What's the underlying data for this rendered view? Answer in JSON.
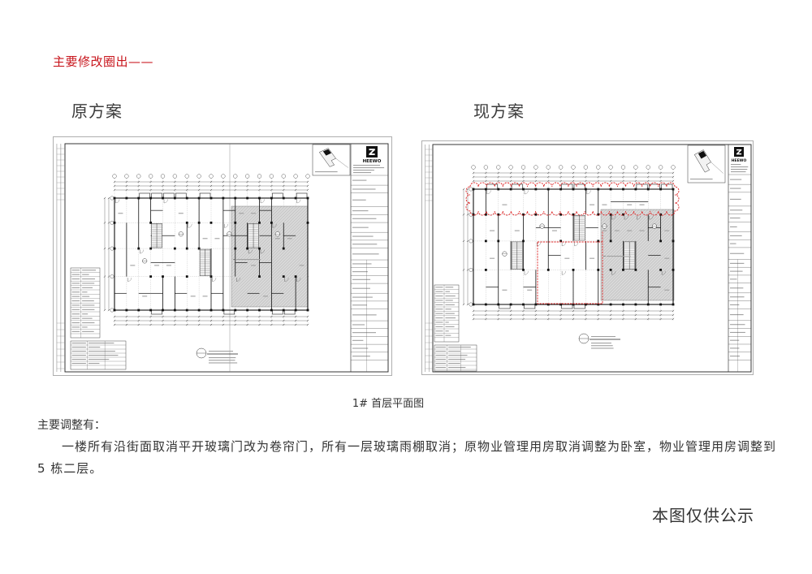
{
  "header": {
    "note": "主要修改圈出——"
  },
  "labels": {
    "original": "原方案",
    "current": "现方案"
  },
  "drawings": {
    "logo_text": "HEEWO",
    "caption": "1# 首层平面图"
  },
  "body": {
    "heading": "主要调整有：",
    "paragraph_line1": "一楼所有沿街面取消平开玻璃门改为卷帘门，所有一层玻璃雨棚取消；原物业管理用房取消调整为卧室，物业管理用房调整到",
    "paragraph_line2": "5 栋二层。"
  },
  "footer": {
    "notice": "本图仅供公示"
  },
  "colors": {
    "note_red": "#c8161d",
    "revision_cloud": "#dd2323",
    "hatch_gray": "#d9d9d9"
  }
}
